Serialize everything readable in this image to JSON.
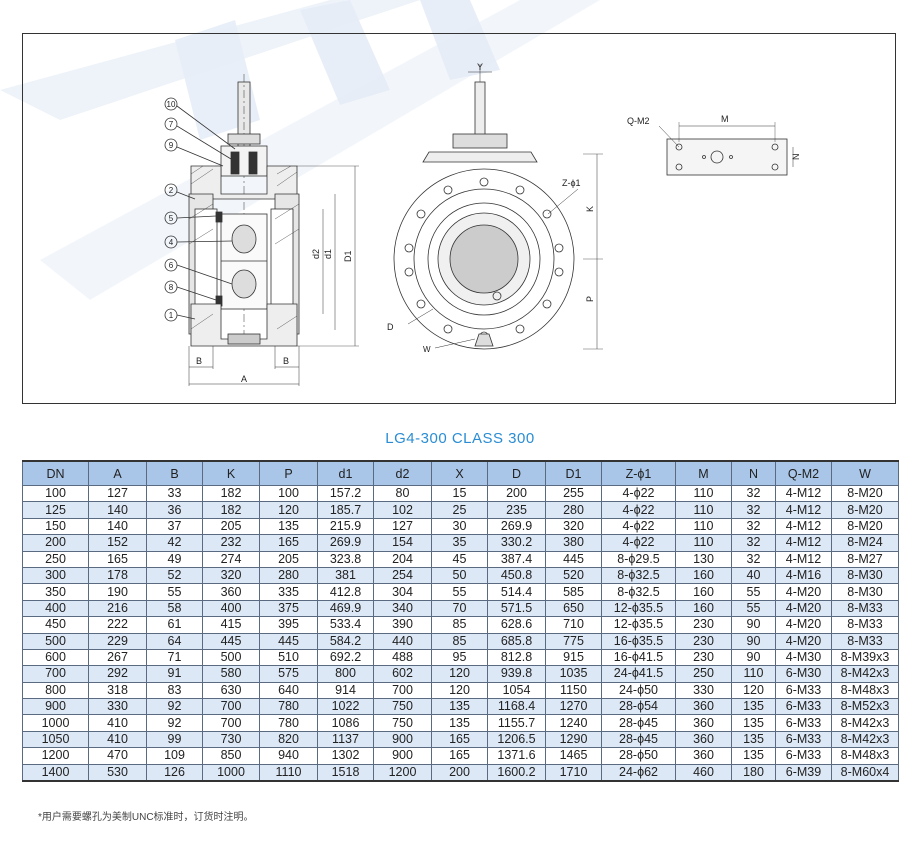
{
  "title": "LG4-300  CLASS 300",
  "footnote": "*用户需要螺孔为美制UNC标准时，订货时注明。",
  "colors": {
    "title_blue": "#2a8dd4",
    "header_bg": "#a9c6e8",
    "stripe_bg": "#dde8f6"
  },
  "drawing": {
    "callouts": [
      "10",
      "7",
      "9",
      "2",
      "5",
      "4",
      "6",
      "8",
      "1"
    ],
    "dims": {
      "a": "A",
      "b": "B",
      "d1": "d1",
      "d2": "d2",
      "D1": "D1",
      "K": "K",
      "P": "P",
      "D": "D",
      "W": "W",
      "Zphi1": "Z-ϕ1",
      "QM2": "Q-M2",
      "M": "M",
      "N": "N",
      "Y": "Y"
    }
  },
  "table": {
    "headers": [
      "DN",
      "A",
      "B",
      "K",
      "P",
      "d1",
      "d2",
      "X",
      "D",
      "D1",
      "Z-ϕ1",
      "M",
      "N",
      "Q-M2",
      "W"
    ],
    "rows": [
      [
        "100",
        "127",
        "33",
        "182",
        "100",
        "157.2",
        "80",
        "15",
        "200",
        "255",
        "4-ϕ22",
        "110",
        "32",
        "4-M12",
        "8-M20"
      ],
      [
        "125",
        "140",
        "36",
        "182",
        "120",
        "185.7",
        "102",
        "25",
        "235",
        "280",
        "4-ϕ22",
        "110",
        "32",
        "4-M12",
        "8-M20"
      ],
      [
        "150",
        "140",
        "37",
        "205",
        "135",
        "215.9",
        "127",
        "30",
        "269.9",
        "320",
        "4-ϕ22",
        "110",
        "32",
        "4-M12",
        "8-M20"
      ],
      [
        "200",
        "152",
        "42",
        "232",
        "165",
        "269.9",
        "154",
        "35",
        "330.2",
        "380",
        "4-ϕ22",
        "110",
        "32",
        "4-M12",
        "8-M24"
      ],
      [
        "250",
        "165",
        "49",
        "274",
        "205",
        "323.8",
        "204",
        "45",
        "387.4",
        "445",
        "8-ϕ29.5",
        "130",
        "32",
        "4-M12",
        "8-M27"
      ],
      [
        "300",
        "178",
        "52",
        "320",
        "280",
        "381",
        "254",
        "50",
        "450.8",
        "520",
        "8-ϕ32.5",
        "160",
        "40",
        "4-M16",
        "8-M30"
      ],
      [
        "350",
        "190",
        "55",
        "360",
        "335",
        "412.8",
        "304",
        "55",
        "514.4",
        "585",
        "8-ϕ32.5",
        "160",
        "55",
        "4-M20",
        "8-M30"
      ],
      [
        "400",
        "216",
        "58",
        "400",
        "375",
        "469.9",
        "340",
        "70",
        "571.5",
        "650",
        "12-ϕ35.5",
        "160",
        "55",
        "4-M20",
        "8-M33"
      ],
      [
        "450",
        "222",
        "61",
        "415",
        "395",
        "533.4",
        "390",
        "85",
        "628.6",
        "710",
        "12-ϕ35.5",
        "230",
        "90",
        "4-M20",
        "8-M33"
      ],
      [
        "500",
        "229",
        "64",
        "445",
        "445",
        "584.2",
        "440",
        "85",
        "685.8",
        "775",
        "16-ϕ35.5",
        "230",
        "90",
        "4-M20",
        "8-M33"
      ],
      [
        "600",
        "267",
        "71",
        "500",
        "510",
        "692.2",
        "488",
        "95",
        "812.8",
        "915",
        "16-ϕ41.5",
        "230",
        "90",
        "4-M30",
        "8-M39x3"
      ],
      [
        "700",
        "292",
        "91",
        "580",
        "575",
        "800",
        "602",
        "120",
        "939.8",
        "1035",
        "24-ϕ41.5",
        "250",
        "110",
        "6-M30",
        "8-M42x3"
      ],
      [
        "800",
        "318",
        "83",
        "630",
        "640",
        "914",
        "700",
        "120",
        "1054",
        "1150",
        "24-ϕ50",
        "330",
        "120",
        "6-M33",
        "8-M48x3"
      ],
      [
        "900",
        "330",
        "92",
        "700",
        "780",
        "1022",
        "750",
        "135",
        "1168.4",
        "1270",
        "28-ϕ54",
        "360",
        "135",
        "6-M33",
        "8-M52x3"
      ],
      [
        "1000",
        "410",
        "92",
        "700",
        "780",
        "1086",
        "750",
        "135",
        "1155.7",
        "1240",
        "28-ϕ45",
        "360",
        "135",
        "6-M33",
        "8-M42x3"
      ],
      [
        "1050",
        "410",
        "99",
        "730",
        "820",
        "1137",
        "900",
        "165",
        "1206.5",
        "1290",
        "28-ϕ45",
        "360",
        "135",
        "6-M33",
        "8-M42x3"
      ],
      [
        "1200",
        "470",
        "109",
        "850",
        "940",
        "1302",
        "900",
        "165",
        "1371.6",
        "1465",
        "28-ϕ50",
        "360",
        "135",
        "6-M33",
        "8-M48x3"
      ],
      [
        "1400",
        "530",
        "126",
        "1000",
        "1110",
        "1518",
        "1200",
        "200",
        "1600.2",
        "1710",
        "24-ϕ62",
        "460",
        "180",
        "6-M39",
        "8-M60x4"
      ]
    ]
  }
}
